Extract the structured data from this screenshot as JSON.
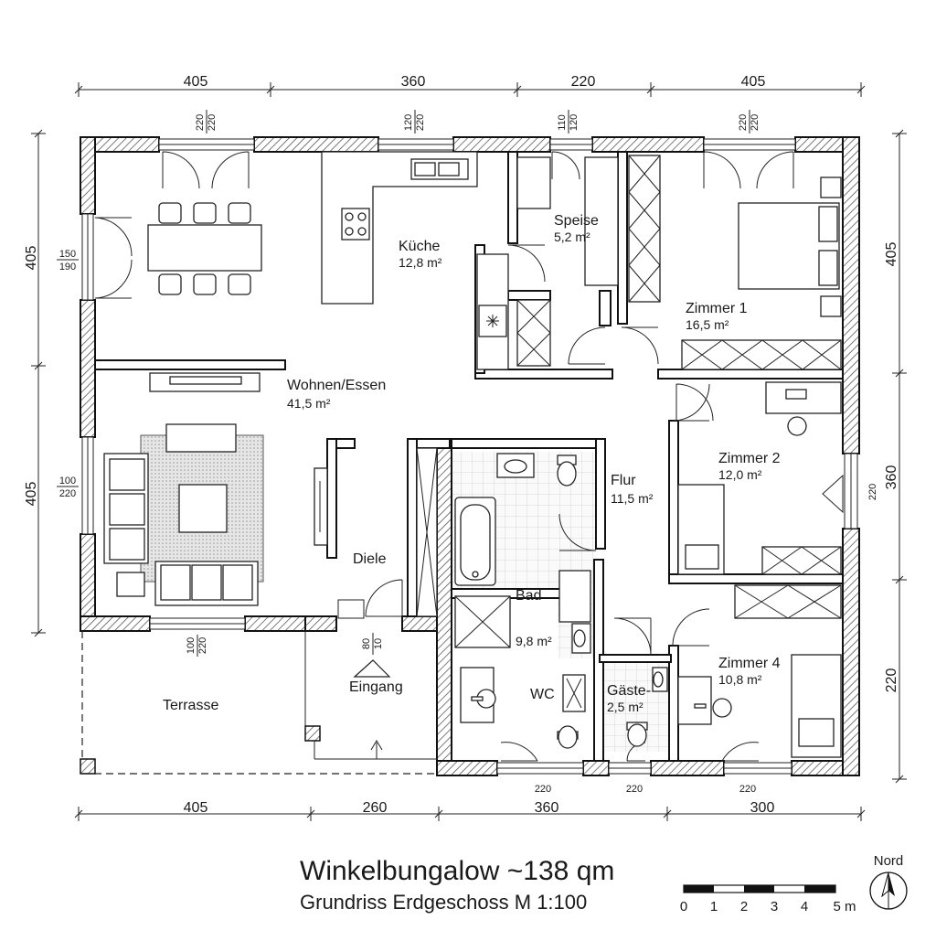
{
  "title": "Winkelbungalow ~138 qm",
  "subtitle": "Grundriss Erdgeschoss M 1:100",
  "north_label": "Nord",
  "scale_bar": {
    "labels": [
      "0",
      "1",
      "2",
      "3",
      "4",
      "5 m"
    ]
  },
  "dimensions": {
    "top": [
      "405",
      "360",
      "220",
      "405"
    ],
    "bottom": [
      "405",
      "260",
      "360",
      "300"
    ],
    "left": [
      "405",
      "405"
    ],
    "right": [
      "405",
      "360",
      "220"
    ]
  },
  "window_marks": {
    "top": [
      [
        "220",
        "220"
      ],
      [
        "120",
        "220"
      ],
      [
        "110",
        "120"
      ],
      [
        "220",
        "220"
      ]
    ],
    "left": [
      [
        "150",
        "190"
      ],
      [
        "100",
        "220"
      ]
    ],
    "bottom_living": [
      "100",
      "220"
    ],
    "entrance_door": [
      "80",
      "10"
    ],
    "right": [
      "220"
    ],
    "bottom_rooms": [
      "220",
      "220",
      "220"
    ]
  },
  "rooms": {
    "wohnen": {
      "name": "Wohnen/Essen",
      "area": "41,5 m²"
    },
    "kueche": {
      "name": "Küche",
      "area": "12,8 m²"
    },
    "speise": {
      "name": "Speise",
      "area": "5,2 m²"
    },
    "zimmer1": {
      "name": "Zimmer 1",
      "area": "16,5 m²"
    },
    "zimmer2": {
      "name": "Zimmer 2",
      "area": "12,0 m²"
    },
    "zimmer4": {
      "name": "Zimmer 4",
      "area": "10,8 m²"
    },
    "flur": {
      "name": "Flur",
      "area": "11,5 m²"
    },
    "bad": {
      "name": "Bad",
      "area": "9,8 m²"
    },
    "gaeste": {
      "name": "Gäste-",
      "area": "2,5 m²"
    },
    "wc": {
      "name": "WC"
    },
    "diele": {
      "name": "Diele"
    },
    "eingang": {
      "name": "Eingang"
    },
    "terrasse": {
      "name": "Terrasse"
    }
  }
}
